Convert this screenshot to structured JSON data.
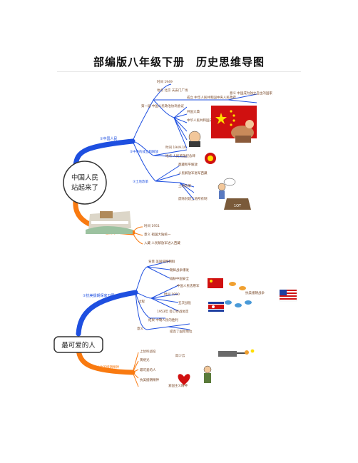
{
  "page": {
    "title": "部编版八年级下册　历史思维导图"
  },
  "map1": {
    "center": [
      "中国人民",
      "站起来了"
    ],
    "branches": {
      "b1": "①中国人民",
      "b2": "②中央的成立和解放",
      "b3": "③土地改革"
    },
    "items": {
      "i1": "时间 1949",
      "i2": "地点 北京 天安门广场",
      "i3": "第一届 中国人民政治协商会议",
      "i4": "成立 中华人民共和国中央人民政府",
      "i5": "意义 中国成为独立自主的国家",
      "i6": "开国大典",
      "i7": "中华人民共和国成立",
      "i8": "时间 1949.10",
      "i9": "地点 人民英雄纪念碑",
      "i10": "西藏和平解放",
      "i11": "人民解放军进军西藏",
      "i12": "土地改革",
      "i13": "废除封建土地所有制"
    },
    "sub_branch": "西藏的和平解放",
    "sub_items": [
      "时间 1951",
      "意义 祖国大陆统一",
      "入藏 人民解放军进入西藏"
    ]
  },
  "map2": {
    "center": "最可爱的人",
    "branches": {
      "b1": "①抗美援朝保家卫国",
      "b2": "②抗美援朝精神"
    },
    "items": {
      "i1": "背景 美国侵略朝鲜",
      "i2": "朝鲜战争爆发",
      "i3": "威胁中国安全",
      "i4": "中国人民志愿军",
      "i5": "时间 1950",
      "i6": "过程",
      "i7": "五次战役",
      "i8": "1953年 签订停战协定",
      "i9": "结果 中朝人民的胜利",
      "i10": "意义",
      "i11": "提高了国际地位"
    },
    "spirit_items": [
      "上甘岭战役",
      "黄继光",
      "邱少云",
      "最可爱的人",
      "抗美援朝精神",
      "爱国主义精神"
    ],
    "cartoon_label": "抗美援朝战争"
  },
  "colors": {
    "blue": "#1e4fe0",
    "orange": "#f97a10",
    "red": "#d01010",
    "yellow": "#ffde00",
    "text": "#7a4a2a"
  },
  "icons": [
    "china-flag-icon",
    "usa-flag-icon",
    "korea-flag-icon",
    "emblem-icon",
    "tank-icon",
    "heart-icon",
    "potala-palace-icon",
    "weight-icon"
  ]
}
